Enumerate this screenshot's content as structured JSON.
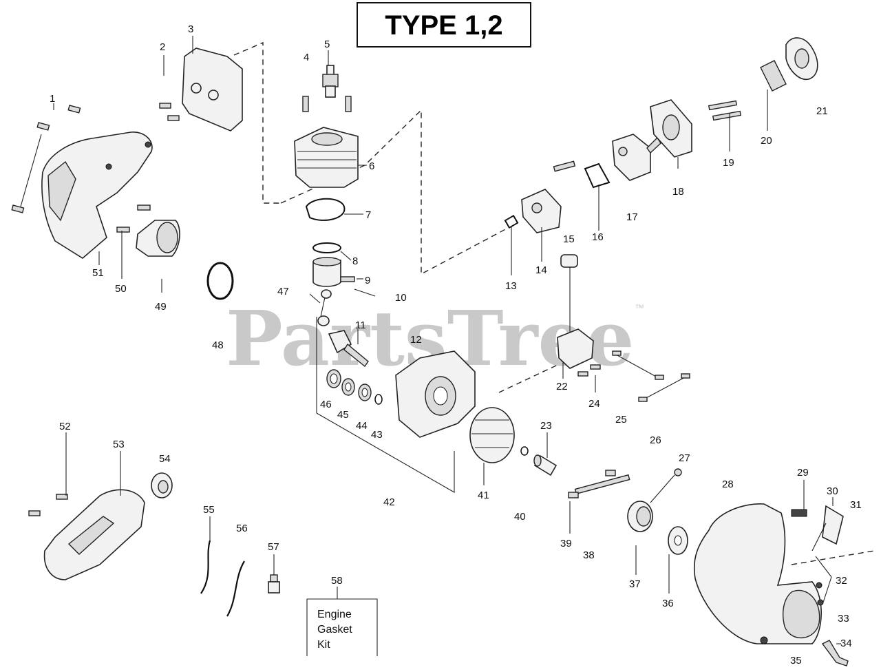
{
  "title": "TYPE 1,2",
  "watermark": "PartsTree",
  "trademark": "™",
  "kit_label": [
    "Engine",
    "Gasket",
    "Kit"
  ],
  "callouts": [
    "1",
    "2",
    "3",
    "4",
    "5",
    "6",
    "7",
    "8",
    "9",
    "10",
    "11",
    "12",
    "13",
    "14",
    "15",
    "16",
    "17",
    "18",
    "19",
    "20",
    "21",
    "22",
    "23",
    "24",
    "25",
    "26",
    "27",
    "28",
    "29",
    "30",
    "31",
    "32",
    "33",
    "34",
    "35",
    "36",
    "37",
    "38",
    "39",
    "40",
    "41",
    "42",
    "43",
    "44",
    "45",
    "46",
    "47",
    "48",
    "49",
    "50",
    "51",
    "52",
    "53",
    "54",
    "55",
    "56",
    "57",
    "58"
  ]
}
